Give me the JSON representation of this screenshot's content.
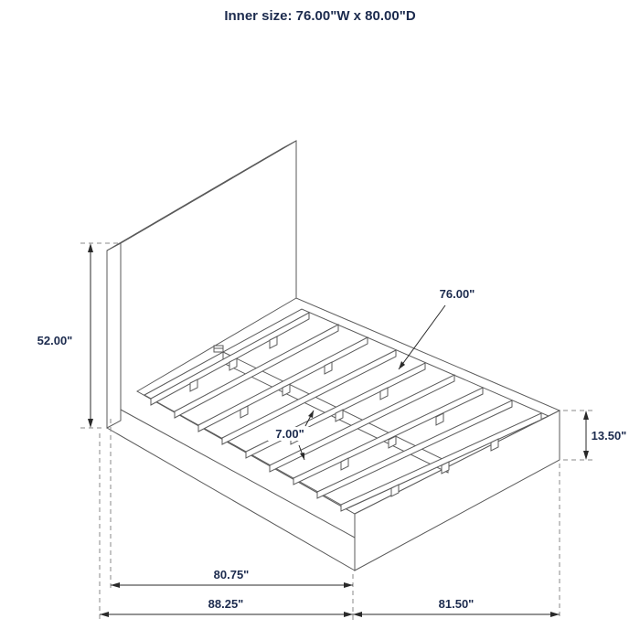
{
  "page": {
    "title": "Inner size: 76.00\"W x 80.00\"D"
  },
  "diagram": {
    "labels": {
      "headboard_height": "52.00\"",
      "inner_width": "76.00\"",
      "slat_spacing": "7.00\"",
      "footboard_height": "13.50\"",
      "base_depth": "80.75\"",
      "overall_depth": "88.25\"",
      "overall_width": "81.50\""
    }
  }
}
